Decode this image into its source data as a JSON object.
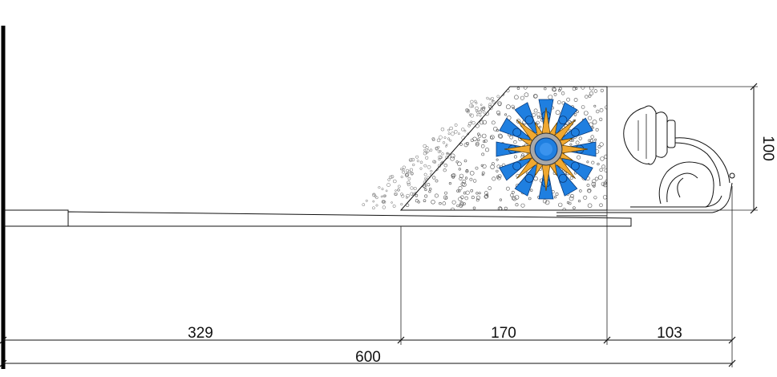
{
  "dimensions": {
    "segment_1": "329",
    "segment_2": "170",
    "segment_3": "103",
    "total": "600",
    "height": "100"
  },
  "colors": {
    "star_orange": "#f0a830",
    "ray_blue": "#1f7fe0",
    "ring_gray": "#a8a8a8",
    "line": "#111111"
  },
  "icons": {
    "ornament": "compass-star-icon",
    "lamp": "wall-lamp-icon"
  }
}
